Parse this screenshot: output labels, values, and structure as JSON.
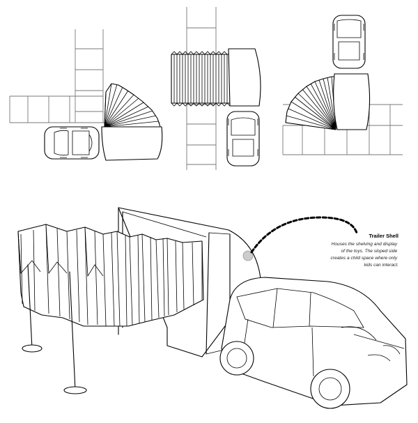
{
  "callout": {
    "title": "Trailer Shell",
    "lines": [
      "Houses the shelving and display",
      "of the toys. The sloped side",
      "creates a child space where only",
      "kids can interact."
    ]
  },
  "colors": {
    "line": "#000000",
    "grid": "#777777",
    "marker": "#cccccc",
    "background": "#ffffff"
  }
}
